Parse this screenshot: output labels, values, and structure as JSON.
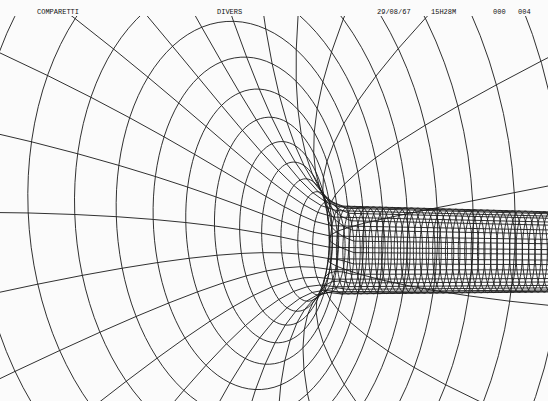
{
  "diagram": {
    "labels": [
      "COMPARETTI",
      "DIVERS",
      "29/08/67",
      "15H28M",
      "000",
      "004"
    ]
  }
}
